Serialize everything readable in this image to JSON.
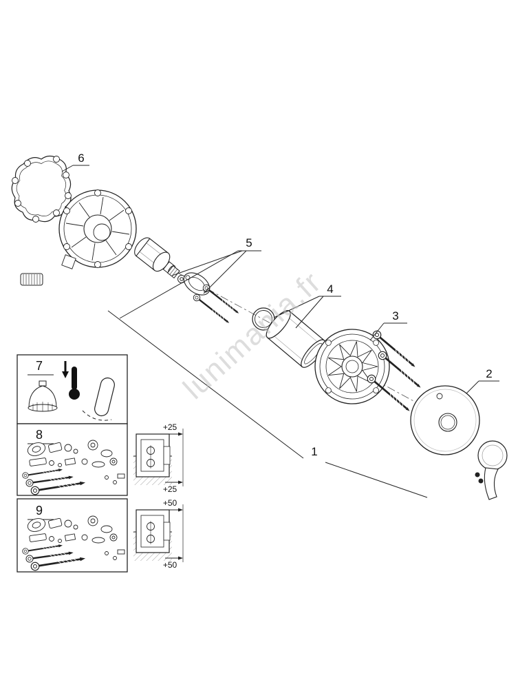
{
  "watermark": "lunimania.fr",
  "callouts": {
    "part1": "1",
    "part2": "2",
    "part3": "3",
    "part4": "4",
    "part5": "5",
    "part6": "6"
  },
  "insets": {
    "box7": {
      "label": "7"
    },
    "box8": {
      "label": "8",
      "dim_top": "+25",
      "dim_bottom": "+25"
    },
    "box9": {
      "label": "9",
      "dim_top": "+50",
      "dim_bottom": "+50"
    }
  }
}
